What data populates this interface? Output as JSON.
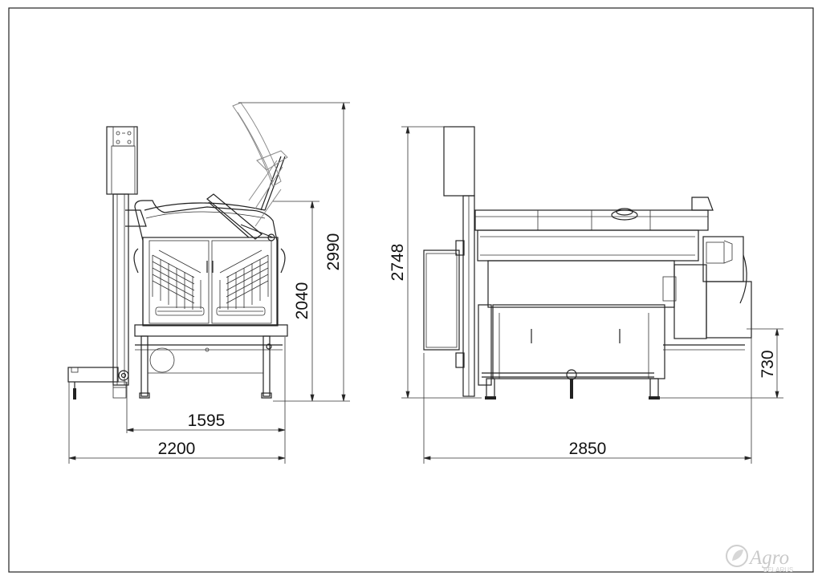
{
  "dimensions": {
    "width_1595": "1595",
    "width_2200": "2200",
    "height_2040": "2040",
    "height_2990": "2990",
    "height_2748": "2748",
    "width_2850": "2850",
    "height_730": "730"
  },
  "logo": {
    "name": "Agro",
    "sub": "BELARUS"
  },
  "colors": {
    "line": "#222222",
    "logo": "#c9c9c9"
  }
}
